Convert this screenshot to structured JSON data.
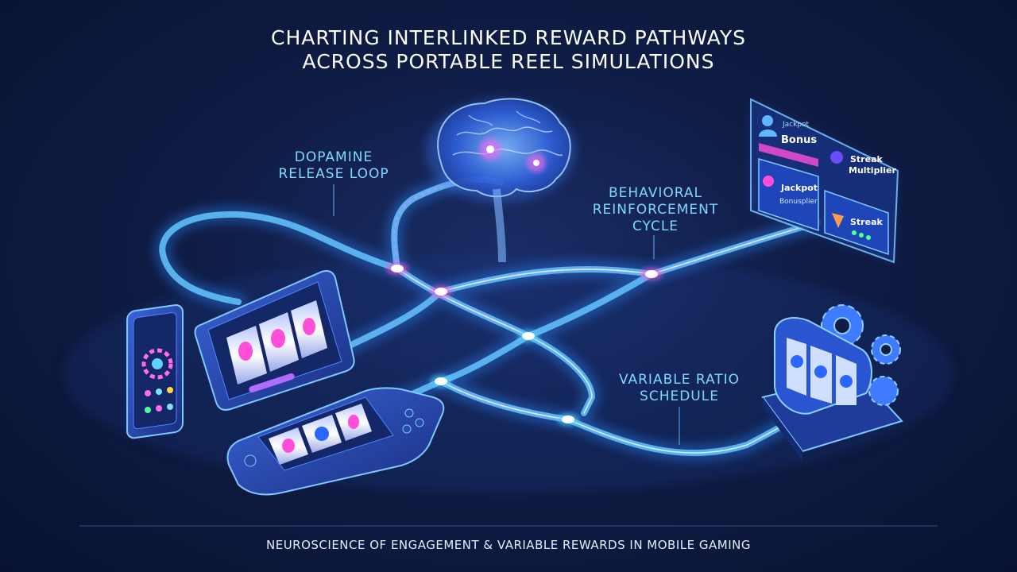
{
  "title": {
    "line1": "CHARTING INTERLINKED REWARD PATHWAYS",
    "line2": "ACROSS PORTABLE REEL SIMULATIONS"
  },
  "labels": {
    "dopamine_1": "DOPAMINE",
    "dopamine_2": "RELEASE LOOP",
    "behavioral_1": "BEHAVIORAL",
    "behavioral_2": "REINFORCEMENT",
    "behavioral_3": "CYCLE",
    "variable_1": "VARIABLE RATIO",
    "variable_2": "SCHEDULE"
  },
  "panel": {
    "bonus_small": "Jackpot",
    "bonus_big": "Bonus",
    "streak_mult_1": "Streak",
    "streak_mult_2": "Multiplier",
    "jackpot_1": "Jackpot",
    "jackpot_2": "Bonusplier",
    "streak": "Streak"
  },
  "footer": "NEUROSCIENCE OF ENGAGEMENT & VARIABLE REWARDS IN MOBILE GAMING",
  "colors": {
    "background": "#0f1c45",
    "path_glow": "#3aa8ff",
    "node_magenta": "#ff4fd8",
    "label_cyan": "#7fd8ff"
  }
}
